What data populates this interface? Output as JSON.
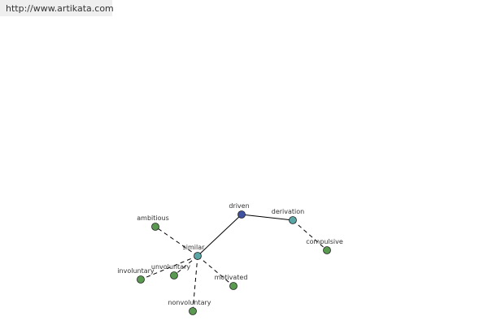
{
  "header": {
    "url": "http://www.artikata.com"
  },
  "colors": {
    "root_node": "#3f51a0",
    "hub_node": "#5aa6a6",
    "leaf_node": "#5a9a50",
    "node_stroke": "#222222",
    "edge": "#000000"
  },
  "graph": {
    "nodes": [
      {
        "id": "driven",
        "label": "driven",
        "kind": "root"
      },
      {
        "id": "derivation",
        "label": "derivation",
        "kind": "hub"
      },
      {
        "id": "similar",
        "label": "similar",
        "kind": "hub"
      },
      {
        "id": "compulsive",
        "label": "compulsive",
        "kind": "leaf"
      },
      {
        "id": "ambitious",
        "label": "ambitious",
        "kind": "leaf"
      },
      {
        "id": "involuntary",
        "label": "involuntary",
        "kind": "leaf"
      },
      {
        "id": "unvoluntary",
        "label": "unvoluntary",
        "kind": "leaf"
      },
      {
        "id": "motivated",
        "label": "motivated",
        "kind": "leaf"
      },
      {
        "id": "nonvoluntary",
        "label": "nonvoluntary",
        "kind": "leaf"
      }
    ],
    "edges": [
      {
        "from": "driven",
        "to": "derivation",
        "style": "solid"
      },
      {
        "from": "driven",
        "to": "similar",
        "style": "solid"
      },
      {
        "from": "derivation",
        "to": "compulsive",
        "style": "dashed"
      },
      {
        "from": "similar",
        "to": "ambitious",
        "style": "dashed"
      },
      {
        "from": "similar",
        "to": "involuntary",
        "style": "dashed"
      },
      {
        "from": "similar",
        "to": "unvoluntary",
        "style": "dashed"
      },
      {
        "from": "similar",
        "to": "motivated",
        "style": "dashed"
      },
      {
        "from": "similar",
        "to": "nonvoluntary",
        "style": "dashed"
      }
    ]
  }
}
